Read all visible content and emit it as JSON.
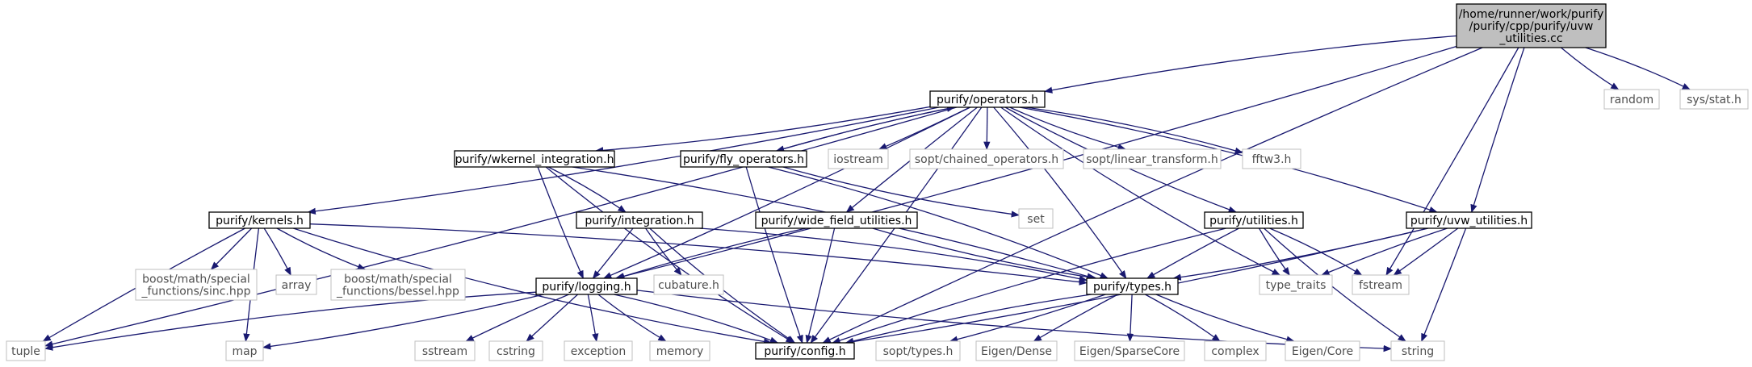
{
  "colors": {
    "edge": "#191970",
    "root_fill": "#bfbfbf",
    "ext_border": "#bfbfbf",
    "ext_text": "#505050"
  },
  "nodes": {
    "uvw_utilities_cc": {
      "lines": [
        "/home/runner/work/purify",
        "/purify/cpp/purify/uvw",
        "_utilities.cc"
      ],
      "kind": "root"
    },
    "operators_h": {
      "lines": [
        "purify/operators.h"
      ],
      "kind": "internal"
    },
    "random": {
      "lines": [
        "random"
      ],
      "kind": "external"
    },
    "sys_stat_h": {
      "lines": [
        "sys/stat.h"
      ],
      "kind": "external"
    },
    "wkernel_integration_h": {
      "lines": [
        "purify/wkernel_integration.h"
      ],
      "kind": "internal"
    },
    "fly_operators_h": {
      "lines": [
        "purify/fly_operators.h"
      ],
      "kind": "internal"
    },
    "iostream": {
      "lines": [
        "iostream"
      ],
      "kind": "external"
    },
    "chained_operators_h": {
      "lines": [
        "sopt/chained_operators.h"
      ],
      "kind": "external"
    },
    "linear_transform_h": {
      "lines": [
        "sopt/linear_transform.h"
      ],
      "kind": "external"
    },
    "fftw3_h": {
      "lines": [
        "fftw3.h"
      ],
      "kind": "external"
    },
    "set": {
      "lines": [
        "set"
      ],
      "kind": "external"
    },
    "kernels_h": {
      "lines": [
        "purify/kernels.h"
      ],
      "kind": "internal"
    },
    "integration_h": {
      "lines": [
        "purify/integration.h"
      ],
      "kind": "internal"
    },
    "wide_field_utilities_h": {
      "lines": [
        "purify/wide_field_utilities.h"
      ],
      "kind": "internal"
    },
    "utilities_h": {
      "lines": [
        "purify/utilities.h"
      ],
      "kind": "internal"
    },
    "uvw_utilities_h": {
      "lines": [
        "purify/uvw_utilities.h"
      ],
      "kind": "internal"
    },
    "sinc_hpp": {
      "lines": [
        "boost/math/special",
        "_functions/sinc.hpp"
      ],
      "kind": "external"
    },
    "array": {
      "lines": [
        "array"
      ],
      "kind": "external"
    },
    "bessel_hpp": {
      "lines": [
        "boost/math/special",
        "_functions/bessel.hpp"
      ],
      "kind": "external"
    },
    "logging_h": {
      "lines": [
        "purify/logging.h"
      ],
      "kind": "internal"
    },
    "cubature_h": {
      "lines": [
        "cubature.h"
      ],
      "kind": "external"
    },
    "types_h": {
      "lines": [
        "purify/types.h"
      ],
      "kind": "internal"
    },
    "type_traits": {
      "lines": [
        "type_traits"
      ],
      "kind": "external"
    },
    "fstream": {
      "lines": [
        "fstream"
      ],
      "kind": "external"
    },
    "tuple": {
      "lines": [
        "tuple"
      ],
      "kind": "external"
    },
    "map": {
      "lines": [
        "map"
      ],
      "kind": "external"
    },
    "sstream": {
      "lines": [
        "sstream"
      ],
      "kind": "external"
    },
    "cstring": {
      "lines": [
        "cstring"
      ],
      "kind": "external"
    },
    "exception": {
      "lines": [
        "exception"
      ],
      "kind": "external"
    },
    "memory": {
      "lines": [
        "memory"
      ],
      "kind": "external"
    },
    "config_h": {
      "lines": [
        "purify/config.h"
      ],
      "kind": "internal"
    },
    "sopt_types_h": {
      "lines": [
        "sopt/types.h"
      ],
      "kind": "external"
    },
    "eigen_dense": {
      "lines": [
        "Eigen/Dense"
      ],
      "kind": "external"
    },
    "eigen_sparsecore": {
      "lines": [
        "Eigen/SparseCore"
      ],
      "kind": "external"
    },
    "complex": {
      "lines": [
        "complex"
      ],
      "kind": "external"
    },
    "eigen_core": {
      "lines": [
        "Eigen/Core"
      ],
      "kind": "external"
    },
    "string": {
      "lines": [
        "string"
      ],
      "kind": "external"
    }
  },
  "edges": [
    [
      "uvw_utilities_cc",
      "operators_h"
    ],
    [
      "uvw_utilities_cc",
      "random"
    ],
    [
      "uvw_utilities_cc",
      "sys_stat_h"
    ],
    [
      "uvw_utilities_cc",
      "uvw_utilities_h"
    ],
    [
      "uvw_utilities_cc",
      "fstream"
    ],
    [
      "uvw_utilities_cc",
      "logging_h"
    ],
    [
      "uvw_utilities_cc",
      "config_h"
    ],
    [
      "operators_h",
      "wkernel_integration_h"
    ],
    [
      "operators_h",
      "fly_operators_h"
    ],
    [
      "operators_h",
      "iostream"
    ],
    [
      "operators_h",
      "chained_operators_h"
    ],
    [
      "operators_h",
      "linear_transform_h"
    ],
    [
      "operators_h",
      "fftw3_h"
    ],
    [
      "operators_h",
      "kernels_h"
    ],
    [
      "operators_h",
      "wide_field_utilities_h"
    ],
    [
      "operators_h",
      "utilities_h"
    ],
    [
      "operators_h",
      "uvw_utilities_h"
    ],
    [
      "operators_h",
      "logging_h"
    ],
    [
      "operators_h",
      "types_h"
    ],
    [
      "operators_h",
      "type_traits"
    ],
    [
      "operators_h",
      "config_h"
    ],
    [
      "operators_h",
      "tuple"
    ],
    [
      "fly_operators_h",
      "operators_h"
    ],
    [
      "fly_operators_h",
      "set"
    ],
    [
      "fly_operators_h",
      "types_h"
    ],
    [
      "fly_operators_h",
      "config_h"
    ],
    [
      "wkernel_integration_h",
      "integration_h"
    ],
    [
      "wkernel_integration_h",
      "logging_h"
    ],
    [
      "wkernel_integration_h",
      "types_h"
    ],
    [
      "wkernel_integration_h",
      "config_h"
    ],
    [
      "integration_h",
      "logging_h"
    ],
    [
      "integration_h",
      "cubature_h"
    ],
    [
      "integration_h",
      "types_h"
    ],
    [
      "integration_h",
      "config_h"
    ],
    [
      "wide_field_utilities_h",
      "logging_h"
    ],
    [
      "wide_field_utilities_h",
      "types_h"
    ],
    [
      "wide_field_utilities_h",
      "config_h"
    ],
    [
      "kernels_h",
      "sinc_hpp"
    ],
    [
      "kernels_h",
      "array"
    ],
    [
      "kernels_h",
      "bessel_hpp"
    ],
    [
      "kernels_h",
      "types_h"
    ],
    [
      "kernels_h",
      "config_h"
    ],
    [
      "kernels_h",
      "tuple"
    ],
    [
      "kernels_h",
      "map"
    ],
    [
      "utilities_h",
      "types_h"
    ],
    [
      "utilities_h",
      "type_traits"
    ],
    [
      "utilities_h",
      "fstream"
    ],
    [
      "utilities_h",
      "string"
    ],
    [
      "utilities_h",
      "config_h"
    ],
    [
      "uvw_utilities_h",
      "types_h"
    ],
    [
      "uvw_utilities_h",
      "type_traits"
    ],
    [
      "uvw_utilities_h",
      "fstream"
    ],
    [
      "uvw_utilities_h",
      "string"
    ],
    [
      "uvw_utilities_h",
      "config_h"
    ],
    [
      "logging_h",
      "tuple"
    ],
    [
      "logging_h",
      "map"
    ],
    [
      "logging_h",
      "sstream"
    ],
    [
      "logging_h",
      "cstring"
    ],
    [
      "logging_h",
      "exception"
    ],
    [
      "logging_h",
      "memory"
    ],
    [
      "logging_h",
      "config_h"
    ],
    [
      "logging_h",
      "string"
    ],
    [
      "types_h",
      "config_h"
    ],
    [
      "types_h",
      "sopt_types_h"
    ],
    [
      "types_h",
      "eigen_dense"
    ],
    [
      "types_h",
      "eigen_sparsecore"
    ],
    [
      "types_h",
      "complex"
    ],
    [
      "types_h",
      "eigen_core"
    ]
  ]
}
